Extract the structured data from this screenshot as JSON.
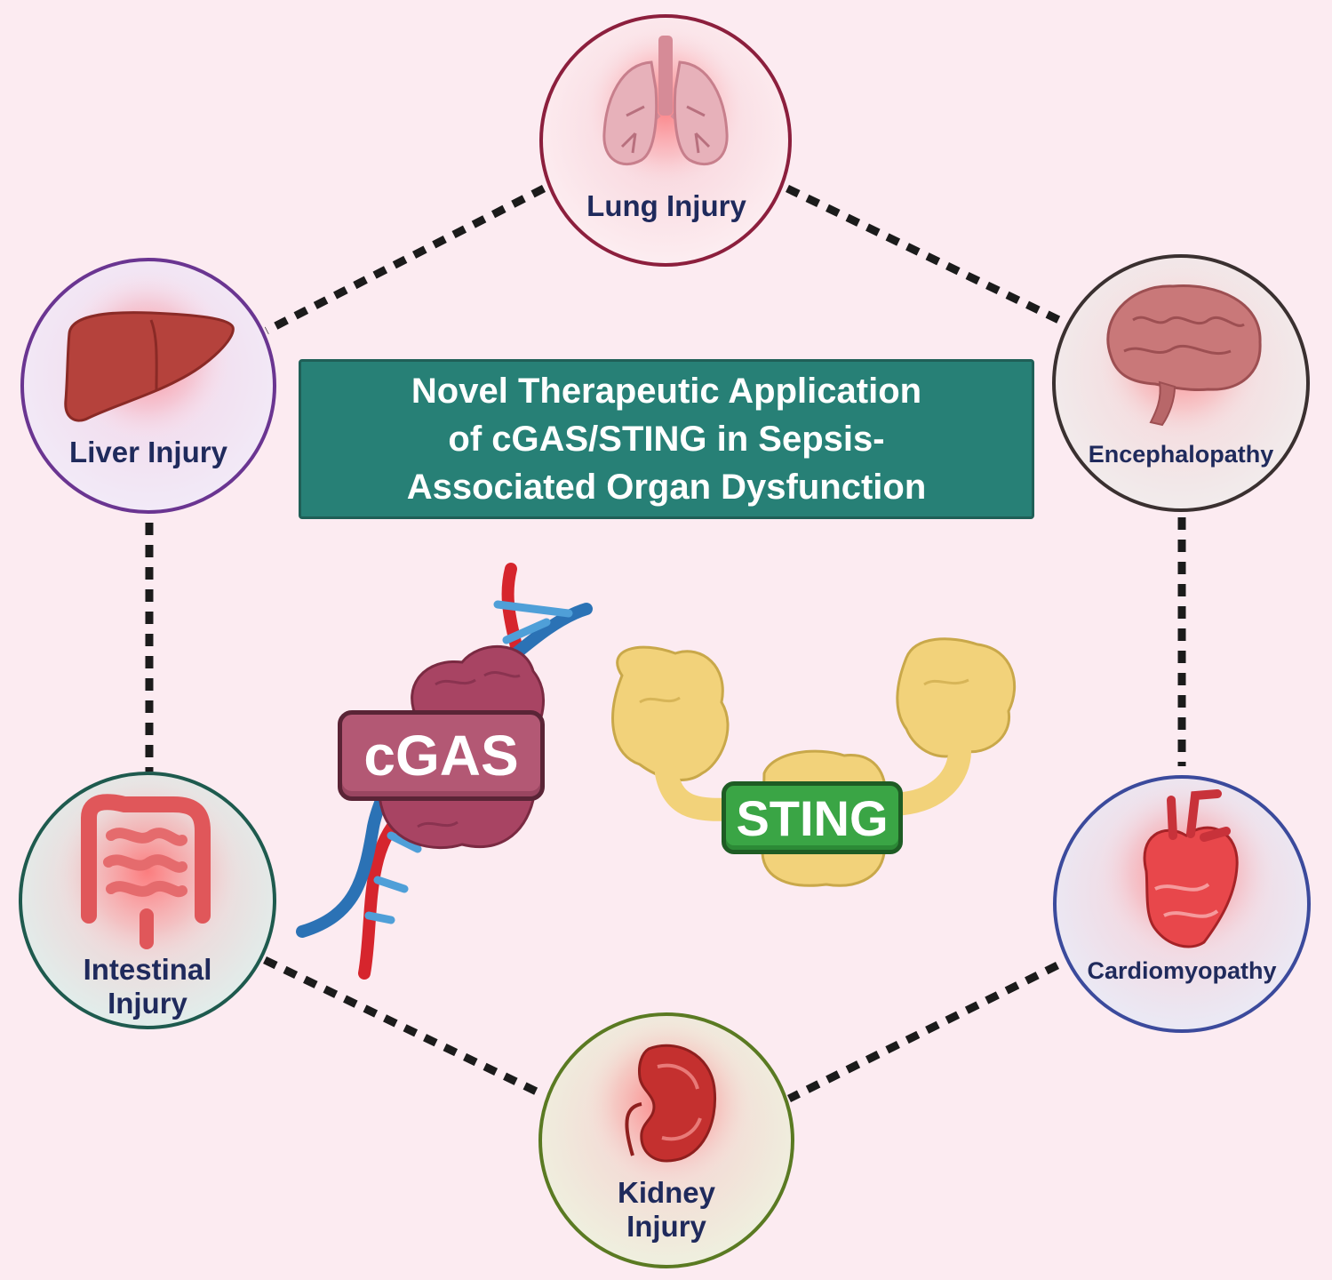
{
  "title": {
    "lines": [
      "Novel Therapeutic Application",
      "of cGAS/STING in Sepsis-",
      "Associated Organ Dysfunction"
    ]
  },
  "nodes": {
    "lung": {
      "label": "Lung Injury",
      "icon": "lungs-icon",
      "ring_color": "#8c1f3d"
    },
    "liver": {
      "label": "Liver Injury",
      "icon": "liver-icon",
      "ring_color": "#6a3591"
    },
    "brain": {
      "label": "Encephalopathy",
      "icon": "brain-icon",
      "ring_color": "#3a3030"
    },
    "intestine": {
      "label_line1": "Intestinal",
      "label_line2": "Injury",
      "icon": "intestine-icon",
      "ring_color": "#1e5a4e"
    },
    "heart": {
      "label": "Cardiomyopathy",
      "icon": "heart-icon",
      "ring_color": "#3b4a9c"
    },
    "kidney": {
      "label_line1": "Kidney",
      "label_line2": "Injury",
      "icon": "kidney-icon",
      "ring_color": "#5a7a22"
    }
  },
  "center": {
    "cgas_label": "cGAS",
    "sting_label": "STING",
    "icons": [
      "dna-helix-icon",
      "cgas-protein-icon",
      "sting-protein-icon"
    ]
  },
  "colors": {
    "background": "#fcebf1",
    "title_box": "#278076",
    "cgas_badge": "#b35874",
    "sting_badge": "#3aa545",
    "label_text": "#1f2a5c"
  }
}
